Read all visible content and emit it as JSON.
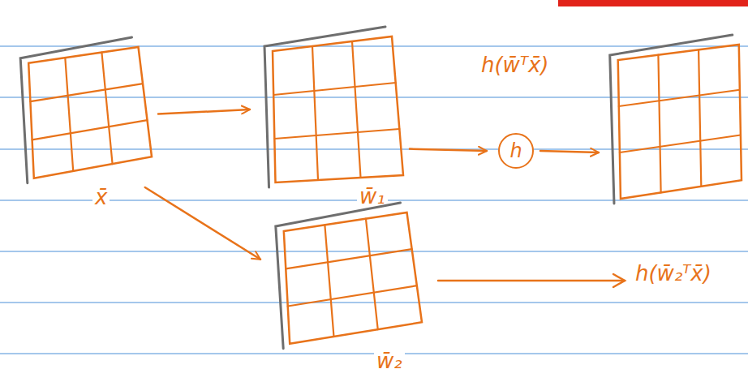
{
  "diagram": {
    "nodes": [
      {
        "text": [
          "x̄"
        ]
      },
      {
        "text": [
          "w̄₁"
        ]
      },
      {
        "text": [
          "h"
        ]
      },
      {
        "text": [
          "h(w̄ᵀx̄)"
        ]
      },
      {
        "text": [
          "w̄₂"
        ]
      }
    ],
    "edges": [
      {
        "from": 0,
        "to": 1,
        "arrow": "to"
      },
      {
        "from": 0,
        "to": 4,
        "arrow": "to"
      },
      {
        "from": 1,
        "to": 2,
        "arrow": "to"
      },
      {
        "from": 2,
        "to": 3,
        "arrow": "to"
      }
    ],
    "labels": [
      "h(w̄₂ᵀx̄)"
    ]
  }
}
